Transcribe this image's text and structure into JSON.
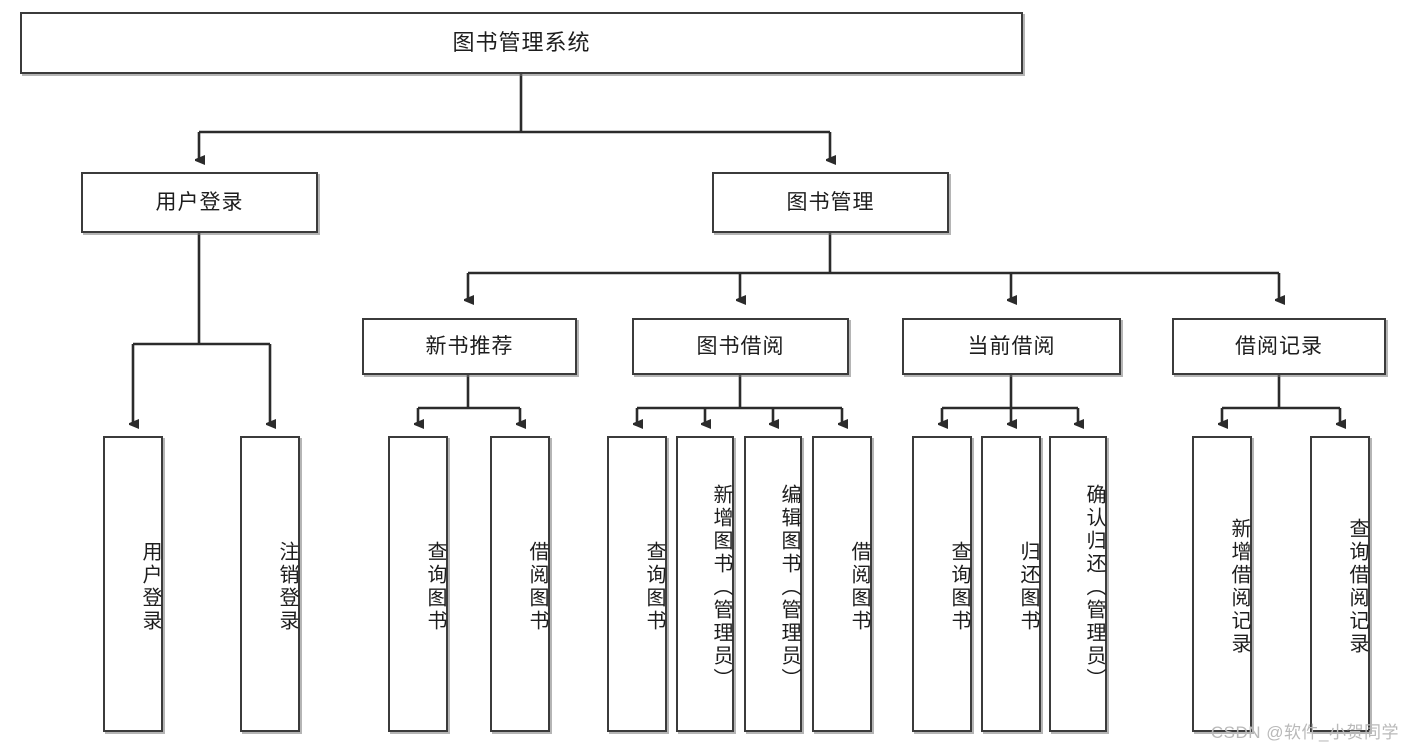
{
  "diagram": {
    "title": "图书管理系统",
    "type": "hierarchy-tree",
    "levels": 4,
    "root": {
      "id": "root",
      "label": "图书管理系统"
    },
    "level2": [
      {
        "id": "user-login",
        "label": "用户登录"
      },
      {
        "id": "book-management",
        "label": "图书管理"
      }
    ],
    "level3": [
      {
        "id": "new-book-recommend",
        "label": "新书推荐",
        "parent": "book-management"
      },
      {
        "id": "book-borrow",
        "label": "图书借阅",
        "parent": "book-management"
      },
      {
        "id": "current-borrow",
        "label": "当前借阅",
        "parent": "book-management"
      },
      {
        "id": "borrow-record",
        "label": "借阅记录",
        "parent": "book-management"
      }
    ],
    "leaves": {
      "user_login": [
        {
          "id": "leaf-user-login",
          "label": "用户登录"
        },
        {
          "id": "leaf-logout",
          "label": "注销登录"
        }
      ],
      "new_book_recommend": [
        {
          "id": "leaf-query-book-1",
          "label": "查询图书"
        },
        {
          "id": "leaf-borrow-book-1",
          "label": "借阅图书"
        }
      ],
      "book_borrow": [
        {
          "id": "leaf-query-book-2",
          "label": "查询图书"
        },
        {
          "id": "leaf-add-book",
          "label": "新增图书（管理员）"
        },
        {
          "id": "leaf-edit-book",
          "label": "编辑图书（管理员）"
        },
        {
          "id": "leaf-borrow-book-2",
          "label": "借阅图书"
        }
      ],
      "current_borrow": [
        {
          "id": "leaf-query-book-3",
          "label": "查询图书"
        },
        {
          "id": "leaf-return-book",
          "label": "归还图书"
        },
        {
          "id": "leaf-confirm-return",
          "label": "确认归还（管理员）"
        }
      ],
      "borrow_record": [
        {
          "id": "leaf-add-record",
          "label": "新增借阅记录"
        },
        {
          "id": "leaf-query-record",
          "label": "查询借阅记录"
        }
      ]
    }
  },
  "watermark": {
    "text": "CSDN @软件_小贺同学"
  },
  "colors": {
    "box_border": "#3b3b3b",
    "box_fill": "#ffffff",
    "connector": "#2b2b2b",
    "text": "#1d1d1d",
    "watermark": "#b9b9b9",
    "page_background": "#ffffff"
  }
}
